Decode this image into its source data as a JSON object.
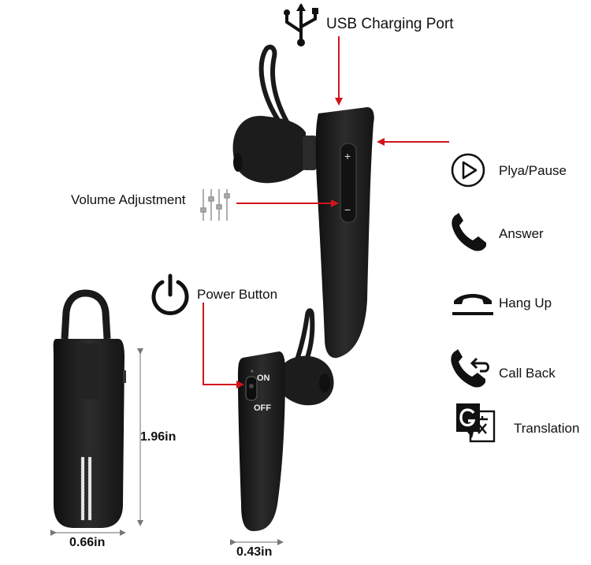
{
  "labels": {
    "usb_port": "USB Charging Port",
    "volume": "Volume Adjustment",
    "power": "Power Button",
    "play_pause": "Plya/Pause",
    "answer": "Answer",
    "hang_up": "Hang Up",
    "call_back": "Call Back",
    "translation": "Translation"
  },
  "device": {
    "plus": "+",
    "minus": "−",
    "on": "ON",
    "off": "OFF"
  },
  "dimensions": {
    "height": "1.96in",
    "width_front": "0.66in",
    "width_side": "0.43in"
  },
  "colors": {
    "arrow": "#d0141b",
    "body": "#1e1e1e",
    "icon": "#111111"
  },
  "icons": {
    "usb": "usb-icon",
    "volume": "equalizer-sliders-icon",
    "power": "power-icon",
    "play": "play-circle-icon",
    "answer": "phone-icon",
    "hang_up": "hang-up-icon",
    "call_back": "call-back-icon",
    "translation": "translate-icon"
  }
}
